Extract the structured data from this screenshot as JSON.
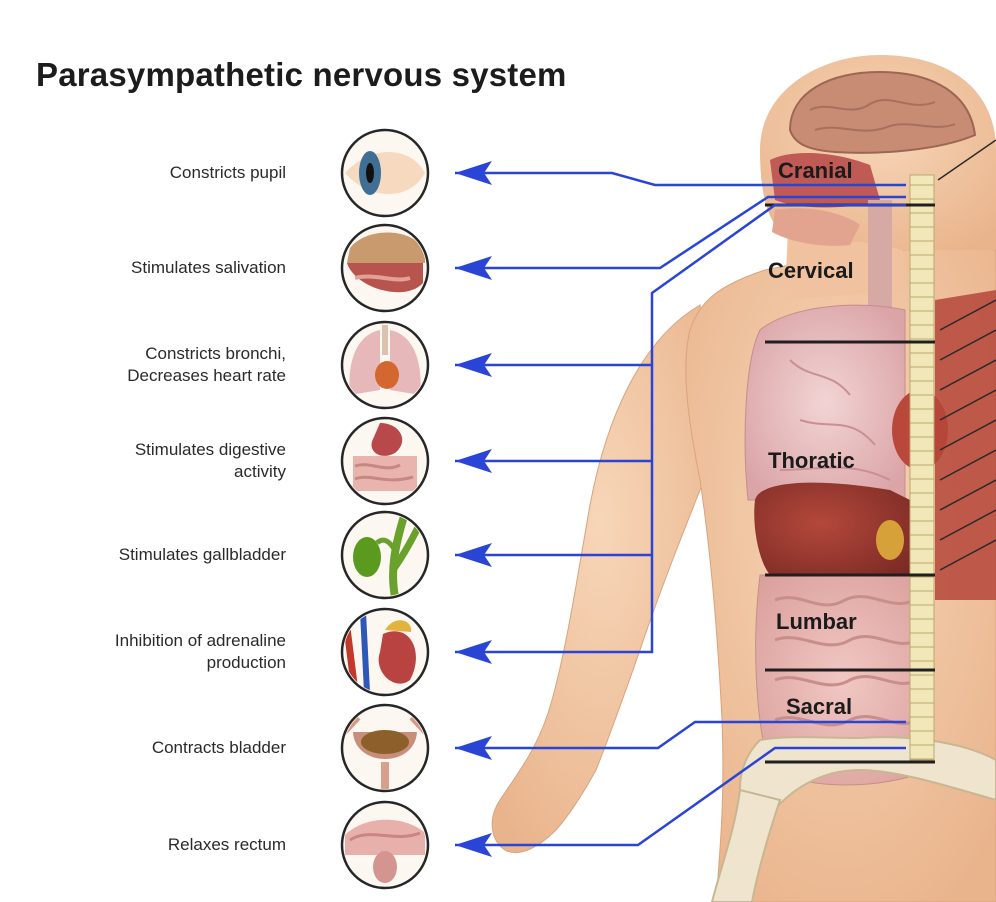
{
  "title": "Parasympathetic nervous system",
  "organs": [
    {
      "lines": [
        "Constricts pupil"
      ],
      "icon": "eye-icon"
    },
    {
      "lines": [
        "Stimulates salivation"
      ],
      "icon": "salivary-glands-icon"
    },
    {
      "lines": [
        "Constricts bronchi,",
        "Decreases heart rate"
      ],
      "icon": "lungs-heart-icon"
    },
    {
      "lines": [
        "Stimulates digestive",
        "activity"
      ],
      "icon": "digestive-tract-icon"
    },
    {
      "lines": [
        "Stimulates gallbladder"
      ],
      "icon": "gallbladder-icon"
    },
    {
      "lines": [
        "Inhibition of adrenaline",
        "production"
      ],
      "icon": "adrenal-kidney-icon"
    },
    {
      "lines": [
        "Contracts bladder"
      ],
      "icon": "bladder-icon"
    },
    {
      "lines": [
        "Relaxes rectum"
      ],
      "icon": "rectum-icon"
    }
  ],
  "spine_regions": [
    "Cranial",
    "Cervical",
    "Thoratic",
    "Lumbar",
    "Sacral"
  ],
  "colors": {
    "nerve": "#2a45d6",
    "skin": "#f3c9a5",
    "title": "#1c1c1c"
  }
}
